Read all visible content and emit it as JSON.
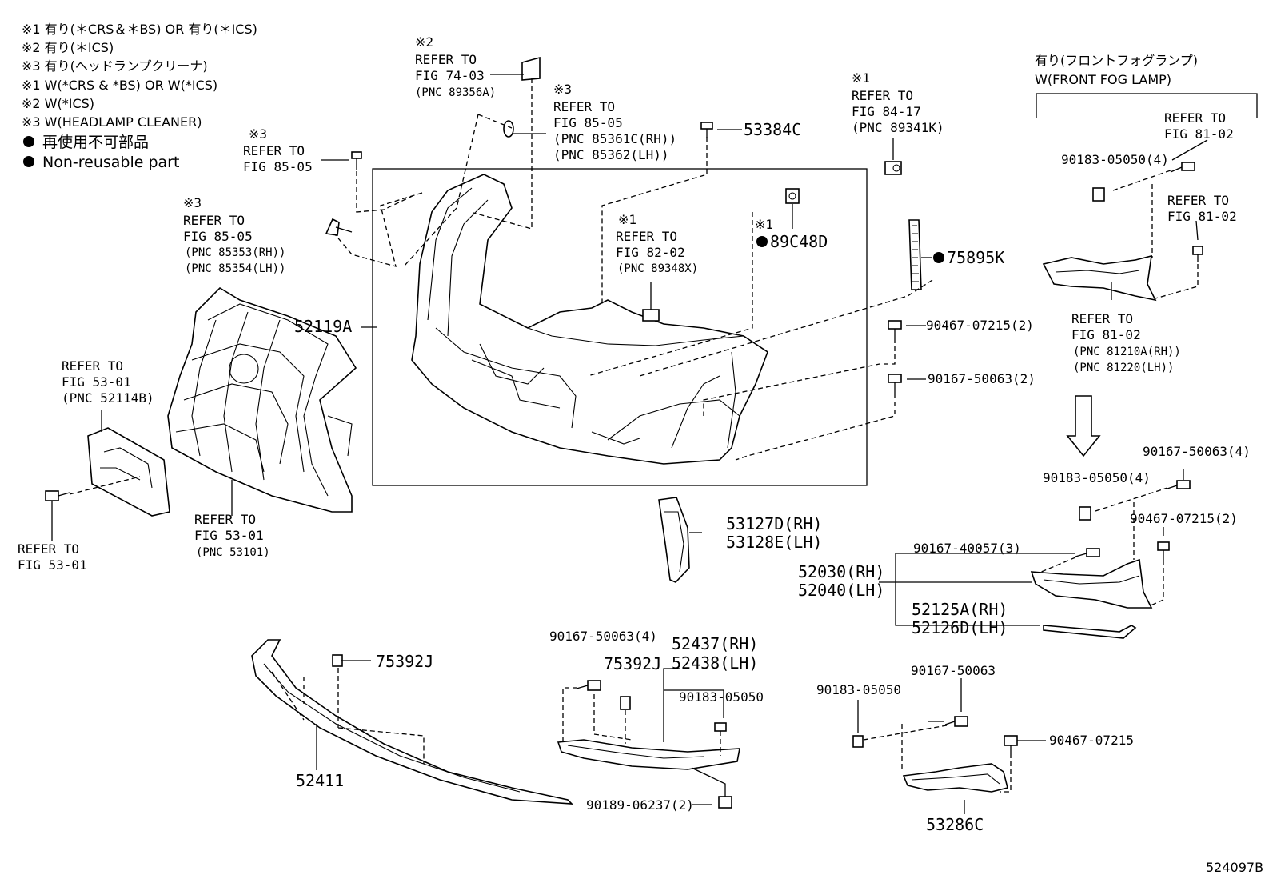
{
  "legend": [
    "※1 有り(＊CRS＆＊BS) OR 有り(＊ICS)",
    "※2 有り(＊ICS)",
    "※3 有り(ヘッドランプクリーナ)",
    "※1 W(*CRS & *BS) OR W(*ICS)",
    "※2 W(*ICS)",
    "※3 W(HEADLAMP CLEANER)",
    "再使用不可部品",
    "Non-reusable part"
  ],
  "fog_header": [
    "有り(フロントフォグランプ)",
    "W(FRONT FOG LAMP)"
  ],
  "refs": {
    "r1": [
      "※2",
      "REFER TO",
      "FIG 74-03",
      "(PNC 89356A)"
    ],
    "r2": [
      "※3",
      "REFER TO",
      "FIG 85-05",
      "(PNC 85361C(RH))",
      "(PNC 85362(LH))"
    ],
    "r3": [
      "※3",
      "REFER TO",
      "FIG 85-05"
    ],
    "r4": [
      "※3",
      "REFER TO",
      "FIG 85-05",
      "(PNC 85353(RH))",
      "(PNC 85354(LH))"
    ],
    "r5": [
      "※1",
      "REFER TO",
      "FIG 82-02",
      "(PNC 89348X)"
    ],
    "r6": [
      "※1",
      "REFER TO",
      "FIG 84-17",
      "(PNC 89341K)"
    ],
    "r7": [
      "REFER TO",
      "FIG 53-01",
      "(PNC 52114B)"
    ],
    "r8": [
      "REFER TO",
      "FIG 53-01",
      "(PNC 53101)"
    ],
    "r9": [
      "REFER TO",
      "FIG 53-01"
    ],
    "r10": [
      "REFER TO",
      "FIG 81-02"
    ],
    "r11": [
      "REFER TO",
      "FIG 81-02"
    ],
    "r12": [
      "REFER TO",
      "FIG 81-02",
      "(PNC 81210A(RH))",
      "(PNC 81220(LH))"
    ]
  },
  "labels": {
    "p53384C": "53384C",
    "p89C48D_mark": "※1",
    "p89C48D": "89C48D",
    "p75895K": "75895K",
    "p52119A": "52119A",
    "p90467a": "90467-07215(2)",
    "p90167a": "90167-50063(2)",
    "p90183a": "90183-05050(4)",
    "p53127": "53127D(RH)",
    "p53128": "53128E(LH)",
    "p90167b": "90167-50063(4)",
    "p90183b": "90183-05050(4)",
    "p90467b": "90467-07215(2)",
    "p90167c": "90167-40057(3)",
    "p52030": "52030(RH)",
    "p52040": "52040(LH)",
    "p52125": "52125A(RH)",
    "p52126": "52126D(LH)",
    "p75392a": "75392J",
    "p52411": "52411",
    "p90167d": "90167-50063(4)",
    "p75392b": "75392J",
    "p52437": "52437(RH)",
    "p52438": "52438(LH)",
    "p90183c": "90183-05050",
    "p90189": "90189-06237(2)",
    "p90183d": "90183-05050",
    "p90167e": "90167-50063",
    "p90467c": "90467-07215",
    "p53286C": "53286C",
    "diagram_id": "524097B"
  }
}
